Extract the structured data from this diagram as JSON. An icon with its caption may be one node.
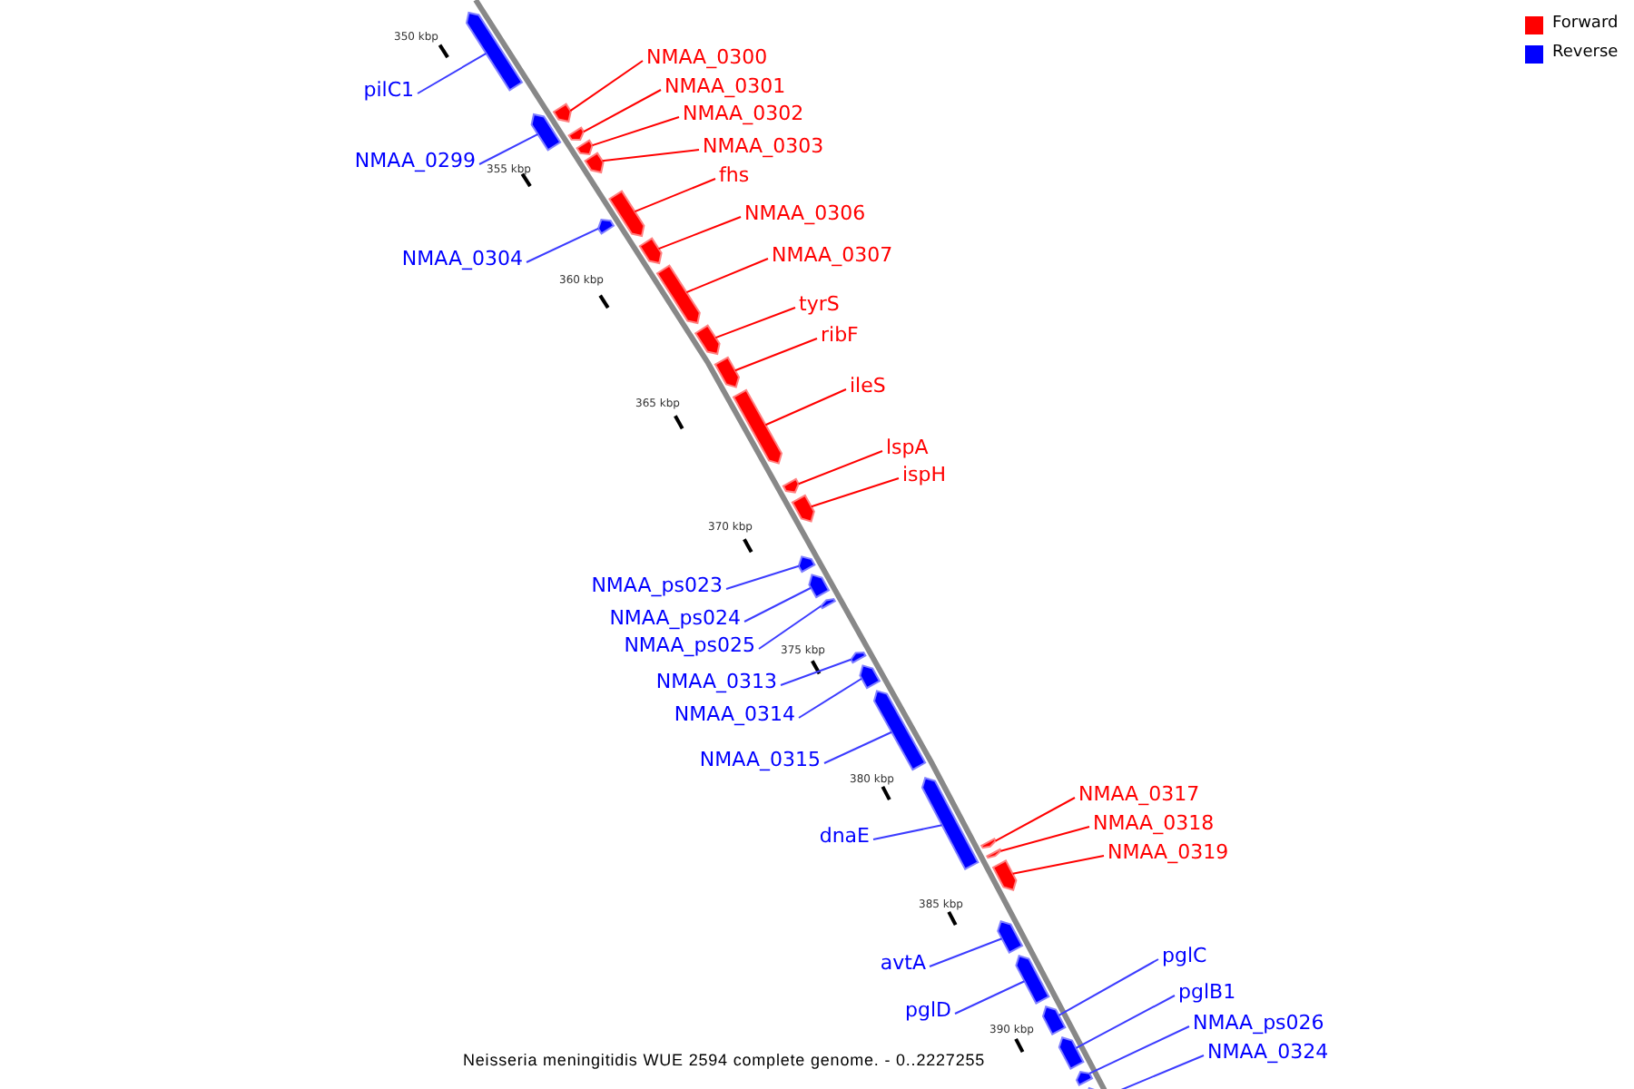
{
  "diagram": {
    "caption": "Neisseria meningitidis WUE 2594 complete genome. - 0..2227255",
    "nodes": [
      {
        "text": [
          "NMAA_0300"
        ]
      },
      {
        "text": [
          "NMAA_0301"
        ]
      },
      {
        "text": [
          "pilC1"
        ]
      },
      {
        "text": [
          "NMAA_0302"
        ]
      },
      {
        "text": [
          "NMAA_0303"
        ]
      },
      {
        "text": [
          "NMAA_0299"
        ]
      },
      {
        "text": [
          "fhs"
        ]
      },
      {
        "text": [
          "NMAA_0306"
        ]
      },
      {
        "text": [
          "NMAA_0307"
        ]
      },
      {
        "text": [
          "NMAA_0304"
        ]
      },
      {
        "text": [
          "tyrS"
        ]
      },
      {
        "text": [
          "ribF"
        ]
      },
      {
        "text": [
          "ileS"
        ]
      },
      {
        "text": [
          "lspA"
        ]
      },
      {
        "text": [
          "ispH"
        ]
      },
      {
        "text": [
          "NMAA_ps023"
        ]
      },
      {
        "text": [
          "NMAA_ps024"
        ]
      },
      {
        "text": [
          "NMAA_ps025"
        ]
      },
      {
        "text": [
          "NMAA_0313"
        ]
      },
      {
        "text": [
          "NMAA_0314"
        ]
      },
      {
        "text": [
          "NMAA_0315"
        ]
      },
      {
        "text": [
          "NMAA_0317"
        ]
      },
      {
        "text": [
          "NMAA_0318"
        ]
      },
      {
        "text": [
          "dnaE"
        ]
      },
      {
        "text": [
          "NMAA_0319"
        ]
      },
      {
        "text": [
          "pglC"
        ]
      },
      {
        "text": [
          "avtA"
        ]
      },
      {
        "text": [
          "pglB1"
        ]
      },
      {
        "text": [
          "pglD"
        ]
      },
      {
        "text": [
          "NMAA_ps026"
        ]
      },
      {
        "text": [
          "NMAA_0324"
        ]
      },
      {
        "text": [],
        "shape": "bar"
      },
      {
        "text": [],
        "shape": "bar"
      },
      {
        "text": [],
        "shape": "bar"
      },
      {
        "text": [],
        "shape": "bar"
      },
      {
        "text": [],
        "shape": "bar"
      },
      {
        "text": [],
        "shape": "bar"
      },
      {
        "text": [],
        "shape": "bar"
      },
      {
        "text": [],
        "shape": "bar"
      },
      {
        "text": [],
        "shape": "bar"
      },
      {
        "text": [],
        "shape": "bar"
      },
      {
        "text": [],
        "shape": "bar"
      },
      {
        "text": [],
        "shape": "bar"
      },
      {
        "text": [],
        "shape": "bar"
      },
      {
        "text": [],
        "shape": "bar"
      },
      {
        "text": [],
        "shape": "bar"
      },
      {
        "text": [],
        "shape": "bar"
      },
      {
        "text": [],
        "shape": "bar"
      },
      {
        "text": [],
        "shape": "bar"
      },
      {
        "text": [],
        "shape": "bar"
      },
      {
        "text": [],
        "shape": "bar"
      },
      {
        "text": [],
        "shape": "bar"
      },
      {
        "text": [],
        "shape": "bar"
      },
      {
        "text": [],
        "shape": "bar"
      },
      {
        "text": [],
        "shape": "bar"
      },
      {
        "text": [],
        "shape": "bar"
      },
      {
        "text": [],
        "shape": "bar"
      },
      {
        "text": [],
        "shape": "bar"
      },
      {
        "text": [],
        "shape": "bar"
      },
      {
        "text": [],
        "shape": "bar"
      },
      {
        "text": [],
        "shape": "bar"
      },
      {
        "text": [],
        "shape": "bar"
      }
    ],
    "edges": [
      {
        "from": 0,
        "to": 31,
        "arrow": "none",
        "color": "#ff0000"
      },
      {
        "from": 1,
        "to": 32,
        "arrow": "none",
        "color": "#ff0000"
      },
      {
        "from": 2,
        "to": 33,
        "arrow": "none"
      },
      {
        "from": 3,
        "to": 34,
        "arrow": "none",
        "color": "#ff0000"
      },
      {
        "from": 4,
        "to": 35,
        "arrow": "none",
        "color": "#ff0000"
      },
      {
        "from": 5,
        "to": 36,
        "arrow": "none"
      },
      {
        "from": 6,
        "to": 37,
        "arrow": "none",
        "color": "#ff0000"
      },
      {
        "from": 7,
        "to": 38,
        "arrow": "none",
        "color": "#ff0000"
      },
      {
        "from": 8,
        "to": 39,
        "arrow": "none",
        "color": "#ff0000"
      },
      {
        "from": 9,
        "to": 40,
        "arrow": "none"
      },
      {
        "from": 10,
        "to": 41,
        "arrow": "none",
        "color": "#ff0000"
      },
      {
        "from": 11,
        "to": 42,
        "arrow": "none",
        "color": "#ff0000"
      },
      {
        "from": 12,
        "to": 43,
        "arrow": "none",
        "color": "#ff0000"
      },
      {
        "from": 13,
        "to": 44,
        "arrow": "none",
        "color": "#ff0000"
      },
      {
        "from": 14,
        "to": 45,
        "arrow": "none",
        "color": "#ff0000"
      },
      {
        "from": 15,
        "to": 46,
        "arrow": "none"
      },
      {
        "from": 16,
        "to": 47,
        "arrow": "none"
      },
      {
        "from": 17,
        "to": 48,
        "arrow": "none"
      },
      {
        "from": 18,
        "to": 49,
        "arrow": "none"
      },
      {
        "from": 19,
        "to": 50,
        "arrow": "none"
      },
      {
        "from": 20,
        "to": 51,
        "arrow": "none"
      },
      {
        "from": 21,
        "to": 52,
        "arrow": "none",
        "color": "#ff0000"
      },
      {
        "from": 22,
        "to": 53,
        "arrow": "none",
        "color": "#ff0000"
      },
      {
        "from": 23,
        "to": 54,
        "arrow": "none"
      },
      {
        "from": 24,
        "to": 55,
        "arrow": "none",
        "color": "#ff0000"
      },
      {
        "from": 25,
        "to": 56,
        "arrow": "none"
      },
      {
        "from": 26,
        "to": 57,
        "arrow": "none"
      },
      {
        "from": 27,
        "to": 58,
        "arrow": "none"
      },
      {
        "from": 28,
        "to": 59,
        "arrow": "none"
      },
      {
        "from": 29,
        "to": 60,
        "arrow": "none"
      },
      {
        "from": 30,
        "to": 61,
        "arrow": "none"
      }
    ],
    "labels": [
      "350 kbp",
      "355 kbp",
      "360 kbp",
      "365 kbp",
      "370 kbp",
      "375 kbp",
      "380 kbp",
      "385 kbp",
      "390 kbp"
    ],
    "legend": [
      {
        "text": "Forward",
        "color": "#ff0000"
      },
      {
        "text": "Reverse",
        "color": "#0000ff"
      }
    ]
  }
}
